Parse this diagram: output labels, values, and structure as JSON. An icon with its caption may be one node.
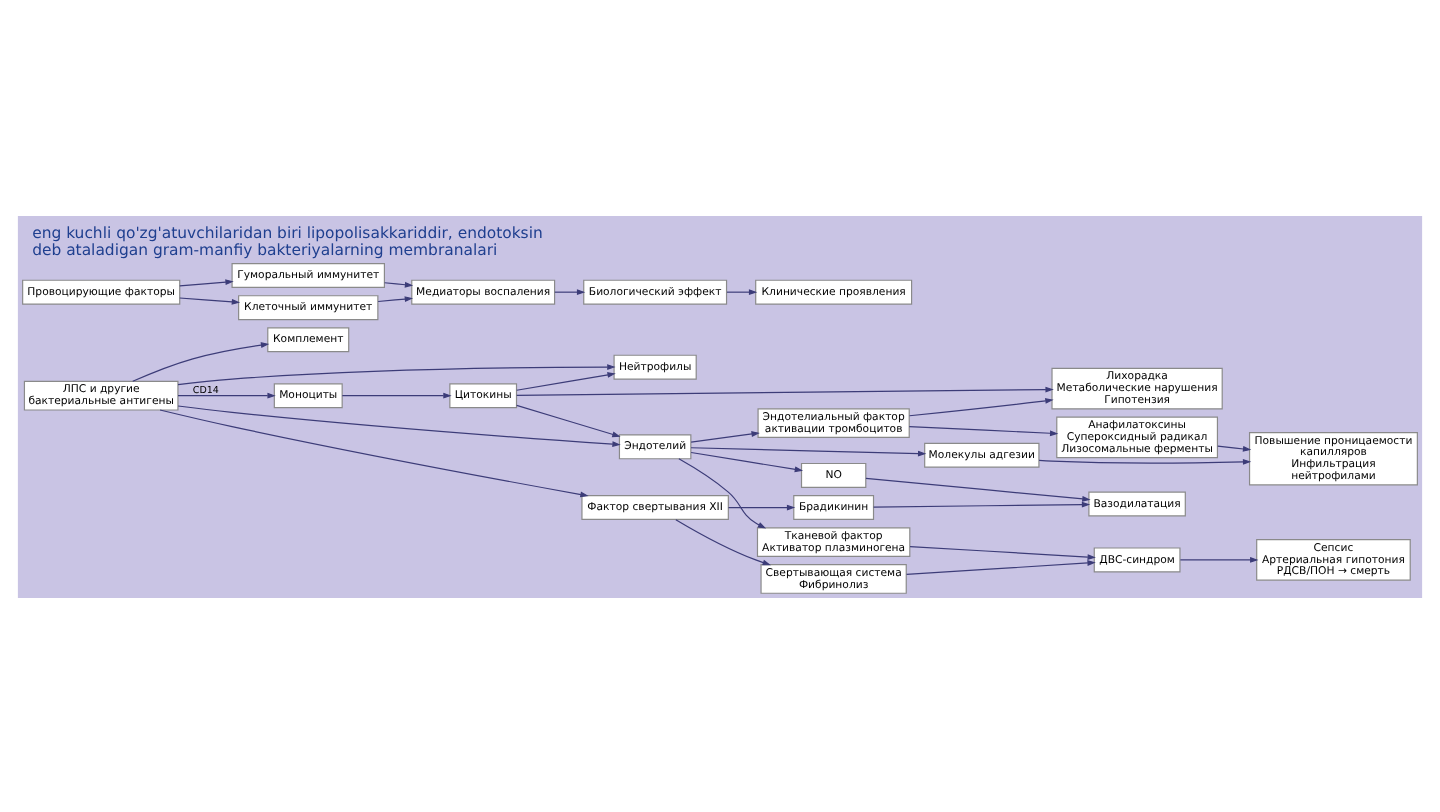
{
  "diagram": {
    "title": "eng kuchli qo'zg'atuvchilaridan biri lipopolisakkariddir, endotoksin deb ataladigan gram-manfiy bakteriyalarning membranalari",
    "nodes": [
      {
        "text": [
          "Провоцирующие факторы"
        ]
      },
      {
        "text": [
          "Гуморальный иммунитет"
        ]
      },
      {
        "text": [
          "Клеточный иммунитет"
        ]
      },
      {
        "text": [
          "Медиаторы воспаления"
        ]
      },
      {
        "text": [
          "Биологический эффект"
        ]
      },
      {
        "text": [
          "Клинические проявления"
        ]
      },
      {
        "text": [
          "Комплемент"
        ]
      },
      {
        "text": [
          "Нейтрофилы"
        ]
      },
      {
        "text": [
          "Анафилатоксины",
          "Супероксидный радикал",
          "Лизосомальные ферменты"
        ]
      },
      {
        "text": [
          "Повышение проницаемости капилляров",
          "Инфильтрация нейтрофилами"
        ]
      },
      {
        "text": [
          "ЛПС и другие бактериальные антигены"
        ]
      },
      {
        "text": [
          "Моноциты"
        ]
      },
      {
        "text": [
          "Цитокины"
        ]
      },
      {
        "text": [
          "Молекулы адгезии"
        ]
      },
      {
        "text": [
          "Эндотелиальный фактор активации тромбоцитов"
        ]
      },
      {
        "text": [
          "Лихорадка",
          "Метаболические нарушения",
          "Гипотензия"
        ]
      },
      {
        "text": [
          "NO"
        ]
      },
      {
        "text": [
          "Вазодилатация"
        ]
      },
      {
        "text": [
          "Эндотелий"
        ]
      },
      {
        "text": [
          "Тканевой фактор",
          "Активатор плазминогена"
        ]
      },
      {
        "text": [
          "ДВС-синдром"
        ]
      },
      {
        "text": [
          "Фактор свертывания XII"
        ]
      },
      {
        "text": [
          "Свертывающая система",
          "Фибринолиз"
        ]
      },
      {
        "text": [
          "Сепсис",
          "Артериальная гипотония",
          "РДСВ/ПОН → смерть"
        ]
      },
      {
        "text": [
          "Брадикинин"
        ]
      }
    ],
    "edges": [
      {
        "from": 0,
        "to": 1,
        "arrow": "to"
      },
      {
        "from": 0,
        "to": 2,
        "arrow": "to"
      },
      {
        "from": 1,
        "to": 3,
        "arrow": "to"
      },
      {
        "from": 2,
        "to": 3,
        "arrow": "to"
      },
      {
        "from": 3,
        "to": 4,
        "arrow": "to"
      },
      {
        "from": 4,
        "to": 5,
        "arrow": "to"
      },
      {
        "from": 10,
        "to": 6,
        "arrow": "to"
      },
      {
        "from": 10,
        "to": 7,
        "arrow": "to"
      },
      {
        "from": 10,
        "to": 11,
        "arrow": "to",
        "label": "CD14"
      },
      {
        "from": 10,
        "to": 18,
        "arrow": "to"
      },
      {
        "from": 10,
        "to": 21,
        "arrow": "to"
      },
      {
        "from": 11,
        "to": 12,
        "arrow": "to"
      },
      {
        "from": 12,
        "to": 7,
        "arrow": "to"
      },
      {
        "from": 12,
        "to": 18,
        "arrow": "to"
      },
      {
        "from": 12,
        "to": 15,
        "arrow": "to"
      },
      {
        "from": 8,
        "to": 9,
        "arrow": "to"
      },
      {
        "from": 18,
        "to": 13,
        "arrow": "to"
      },
      {
        "from": 18,
        "to": 14,
        "arrow": "to"
      },
      {
        "from": 18,
        "to": 16,
        "arrow": "to"
      },
      {
        "from": 14,
        "to": 8,
        "arrow": "to"
      },
      {
        "from": 13,
        "to": 9,
        "arrow": "to"
      },
      {
        "from": 14,
        "to": 15,
        "arrow": "to"
      },
      {
        "from": 16,
        "to": 17,
        "arrow": "to"
      },
      {
        "from": 18,
        "to": 19,
        "arrow": "to"
      },
      {
        "from": 19,
        "to": 20,
        "arrow": "to"
      },
      {
        "from": 21,
        "to": 22,
        "arrow": "to"
      },
      {
        "from": 21,
        "to": 24,
        "arrow": "to"
      },
      {
        "from": 22,
        "to": 20,
        "arrow": "to"
      },
      {
        "from": 24,
        "to": 17,
        "arrow": "to"
      },
      {
        "from": 20,
        "to": 23,
        "arrow": "to"
      }
    ]
  }
}
